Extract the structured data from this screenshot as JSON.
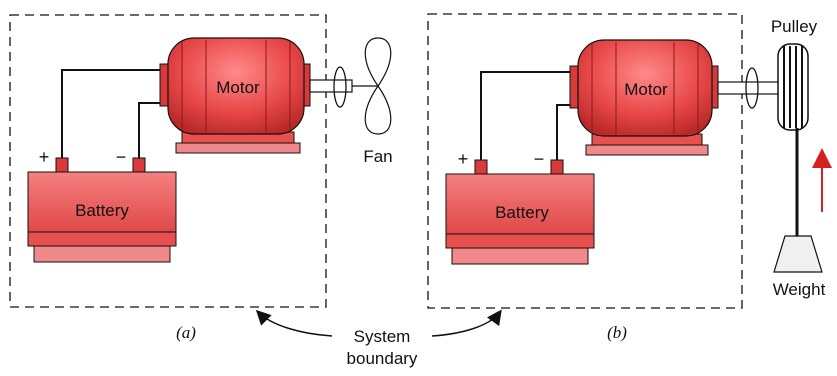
{
  "panel_a": {
    "caption": "(a)",
    "battery_label": "Battery",
    "motor_label": "Motor",
    "plus_sign": "+",
    "minus_sign": "−",
    "fan_label": "Fan"
  },
  "panel_b": {
    "caption": "(b)",
    "battery_label": "Battery",
    "motor_label": "Motor",
    "plus_sign": "+",
    "minus_sign": "−",
    "pulley_label": "Pulley",
    "weight_label": "Weight"
  },
  "boundary_label": {
    "line1": "System",
    "line2": "boundary"
  },
  "colors": {
    "motor_red": "#e84848",
    "battery_red": "#ec5a5a",
    "arrow_red": "#d42020",
    "outline": "#111111"
  }
}
